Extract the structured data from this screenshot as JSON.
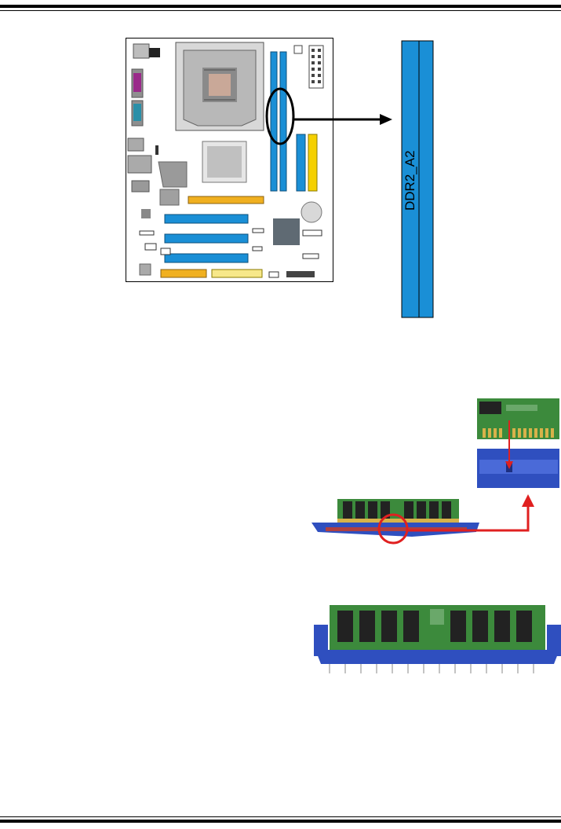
{
  "page": {
    "rules": [
      "top-double-rule",
      "bottom-double-rule"
    ]
  },
  "board_figure": {
    "memory_slot_label": "DDR2_A2"
  },
  "colors": {
    "slot_blue": "#1a8fd6",
    "slot_yellow": "#f5d000",
    "slot_orange": "#f0b020",
    "chip_gray": "#9a9a9a",
    "pcb_green": "#3c8a3c",
    "socket_blue": "#2f4fbf",
    "callout_red": "#e02020"
  }
}
